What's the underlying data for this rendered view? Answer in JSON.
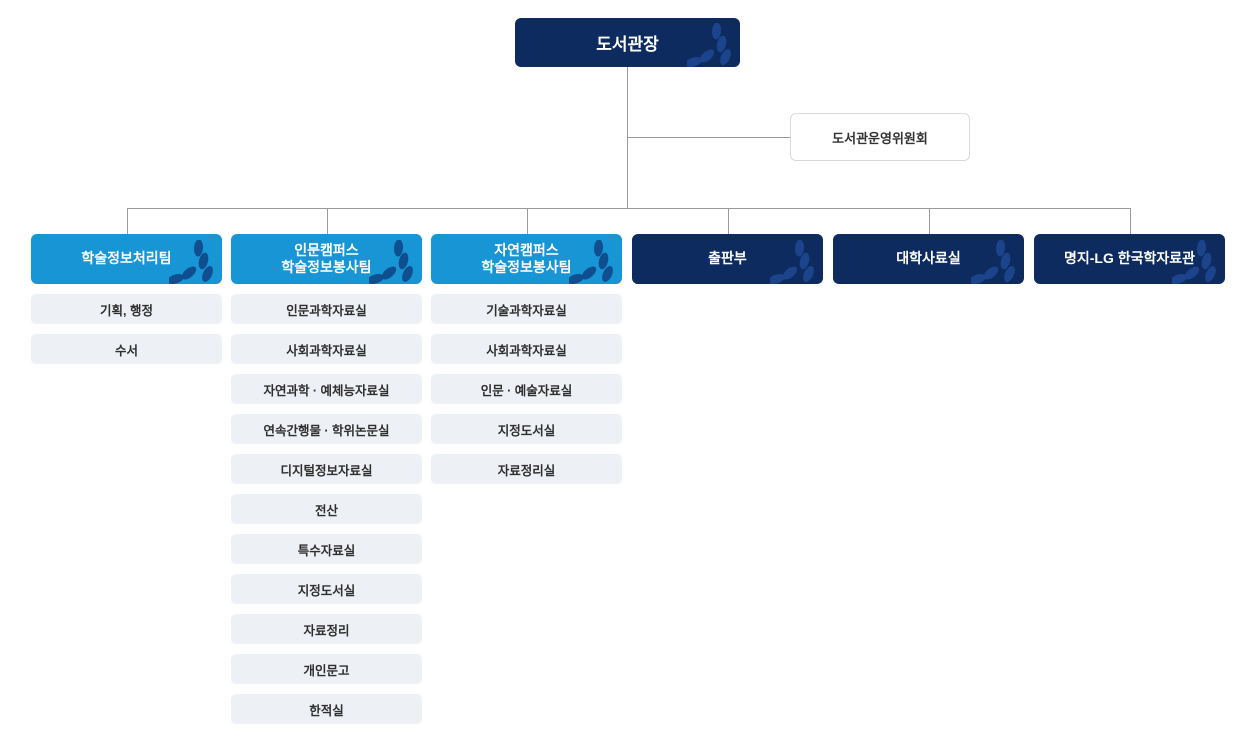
{
  "root": {
    "label": "도서관장"
  },
  "committee": {
    "label": "도서관운영위원회"
  },
  "departments": [
    {
      "label": "학술정보처리팀",
      "variant": "light",
      "items": [
        "기획, 행정",
        "수서"
      ]
    },
    {
      "label": "인문캠퍼스\n학술정보봉사팀",
      "variant": "light",
      "items": [
        "인문과학자료실",
        "사회과학자료실",
        "자연과학 · 예체능자료실",
        "연속간행물 · 학위논문실",
        "디지털정보자료실",
        "전산",
        "특수자료실",
        "지정도서실",
        "자료정리",
        "개인문고",
        "한적실"
      ]
    },
    {
      "label": "자연캠퍼스\n학술정보봉사팀",
      "variant": "light",
      "items": [
        "기술과학자료실",
        "사회과학자료실",
        "인문 · 예술자료실",
        "지정도서실",
        "자료정리실"
      ]
    },
    {
      "label": "출판부",
      "variant": "dark",
      "items": []
    },
    {
      "label": "대학사료실",
      "variant": "dark",
      "items": []
    },
    {
      "label": "명지-LG 한국학자료관",
      "variant": "dark",
      "items": []
    }
  ],
  "icons": {
    "decoration": "leaf-sprig-icon"
  },
  "colors": {
    "navy": "#0d2b5e",
    "light_blue": "#1795d4",
    "leaf_on_navy": "#1c448c",
    "leaf_on_blue": "#0f4e8f",
    "item_bg": "#edf0f4",
    "item_text": "#2f2f2f",
    "line": "#999999",
    "committee_border": "#d9d9d9"
  }
}
